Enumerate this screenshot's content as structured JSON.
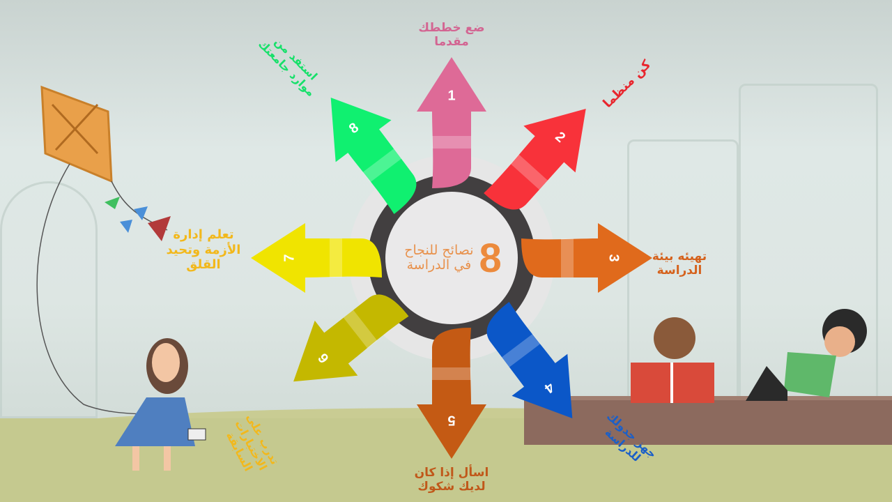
{
  "center": {
    "number": "8",
    "line1": "نصائح للنجاح",
    "line2": "في الدراسة"
  },
  "arrows": [
    {
      "number": "1",
      "color": "#de6a97",
      "label": [
        "ضع خططك",
        "مقدما"
      ]
    },
    {
      "number": "2",
      "color": "#f8323a",
      "label": [
        "كن منظما"
      ]
    },
    {
      "number": "3",
      "color": "#e06a1c",
      "label": [
        "تهيئه بيئة",
        "الدراسة"
      ]
    },
    {
      "number": "4",
      "color": "#0b57c8",
      "label": [
        "جهز جدولك",
        "للدراسة"
      ]
    },
    {
      "number": "5",
      "color": "#c45a14",
      "label": [
        "اسأل إذا كان",
        "لديك شكوك"
      ]
    },
    {
      "number": "6",
      "color": "#c4b800",
      "label": [
        "تدرب على",
        "الاختبارات",
        "السابقة"
      ]
    },
    {
      "number": "7",
      "color": "#f0e400",
      "label": [
        "تعلم إدارة",
        "الأزمة وتحيد",
        "القلق"
      ]
    },
    {
      "number": "8",
      "color": "#10f070",
      "label": [
        "استفد من",
        "موارد جامعتك"
      ]
    }
  ],
  "label_colors": [
    "#d36592",
    "#e8262e",
    "#d5621d",
    "#1a5fc8",
    "#c0581a",
    "#f2b81c",
    "#f2b81c",
    "#17e06a"
  ]
}
